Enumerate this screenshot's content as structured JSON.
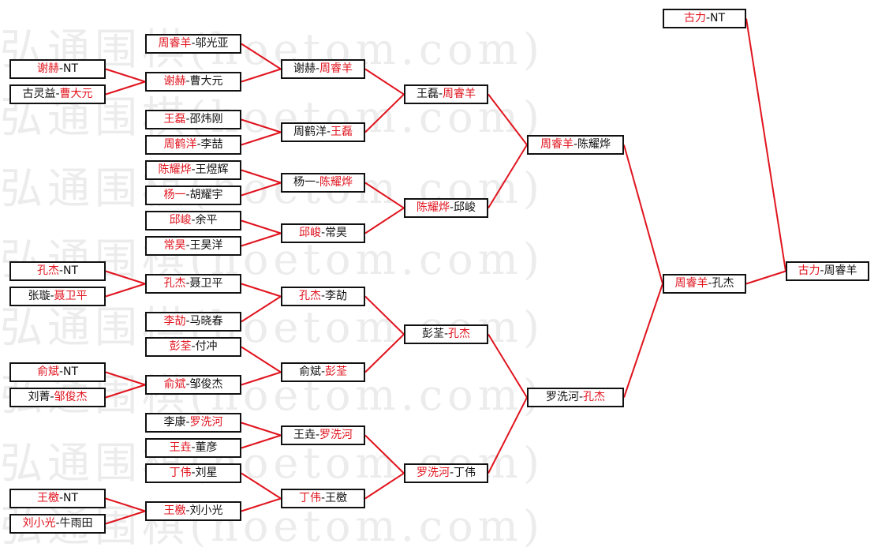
{
  "watermark": "弘通围棋(hoetom.com)",
  "colors": {
    "winner": "#e0141e",
    "line": "#e0141e",
    "border": "#111111"
  },
  "matches": {
    "r1_1": {
      "a": "谢赫",
      "b": "NT",
      "winner": "a"
    },
    "r1_2": {
      "a": "古灵益",
      "b": "曹大元",
      "winner": "b"
    },
    "r1_3": {
      "a": "孔杰",
      "b": "NT",
      "winner": "a"
    },
    "r1_4": {
      "a": "张璇",
      "b": "聂卫平",
      "winner": "b"
    },
    "r1_5": {
      "a": "俞斌",
      "b": "NT",
      "winner": "a"
    },
    "r1_6": {
      "a": "刘菁",
      "b": "邹俊杰",
      "winner": "b"
    },
    "r1_7": {
      "a": "王檄",
      "b": "NT",
      "winner": "a"
    },
    "r1_8": {
      "a": "刘小光",
      "b": "牛雨田",
      "winner": "a"
    },
    "r2_1": {
      "a": "周睿羊",
      "b": "邬光亚",
      "winner": "a"
    },
    "r2_2": {
      "a": "谢赫",
      "b": "曹大元",
      "winner": "a"
    },
    "r2_3": {
      "a": "王磊",
      "b": "邵炜刚",
      "winner": "a"
    },
    "r2_4": {
      "a": "周鹤洋",
      "b": "李喆",
      "winner": "a"
    },
    "r2_5": {
      "a": "陈耀烨",
      "b": "王煜辉",
      "winner": "a"
    },
    "r2_6": {
      "a": "杨一",
      "b": "胡耀宇",
      "winner": "a"
    },
    "r2_7": {
      "a": "邱峻",
      "b": "余平",
      "winner": "a"
    },
    "r2_8": {
      "a": "常昊",
      "b": "王昊洋",
      "winner": "a"
    },
    "r2_9": {
      "a": "孔杰",
      "b": "聂卫平",
      "winner": "a"
    },
    "r2_10": {
      "a": "李劼",
      "b": "马晓春",
      "winner": "a"
    },
    "r2_11": {
      "a": "彭荃",
      "b": "付冲",
      "winner": "a"
    },
    "r2_12": {
      "a": "俞斌",
      "b": "邹俊杰",
      "winner": "a"
    },
    "r2_13": {
      "a": "李康",
      "b": "罗洗河",
      "winner": "b"
    },
    "r2_14": {
      "a": "王垚",
      "b": "董彦",
      "winner": "a"
    },
    "r2_15": {
      "a": "丁伟",
      "b": "刘星",
      "winner": "a"
    },
    "r2_16": {
      "a": "王檄",
      "b": "刘小光",
      "winner": "a"
    },
    "r3_1": {
      "a": "谢赫",
      "b": "周睿羊",
      "winner": "b"
    },
    "r3_2": {
      "a": "周鹤洋",
      "b": "王磊",
      "winner": "b"
    },
    "r3_3": {
      "a": "杨一",
      "b": "陈耀烨",
      "winner": "b"
    },
    "r3_4": {
      "a": "邱峻",
      "b": "常昊",
      "winner": "a"
    },
    "r3_5": {
      "a": "孔杰",
      "b": "李劼",
      "winner": "a"
    },
    "r3_6": {
      "a": "俞斌",
      "b": "彭荃",
      "winner": "b"
    },
    "r3_7": {
      "a": "王垚",
      "b": "罗洗河",
      "winner": "b"
    },
    "r3_8": {
      "a": "丁伟",
      "b": "王檄",
      "winner": "a"
    },
    "r4_1": {
      "a": "王磊",
      "b": "周睿羊",
      "winner": "b"
    },
    "r4_2": {
      "a": "陈耀烨",
      "b": "邱峻",
      "winner": "a"
    },
    "r4_3": {
      "a": "彭荃",
      "b": "孔杰",
      "winner": "b"
    },
    "r4_4": {
      "a": "罗洗河",
      "b": "丁伟",
      "winner": "a"
    },
    "r5_1": {
      "a": "周睿羊",
      "b": "陈耀烨",
      "winner": "a"
    },
    "r5_2": {
      "a": "罗洗河",
      "b": "孔杰",
      "winner": "b"
    },
    "r6_1": {
      "a": "周睿羊",
      "b": "孔杰",
      "winner": "a"
    },
    "r6_2": {
      "a": "古力",
      "b": "NT",
      "winner": "a"
    },
    "final": {
      "a": "古力",
      "b": "周睿羊",
      "winner": "a"
    }
  }
}
